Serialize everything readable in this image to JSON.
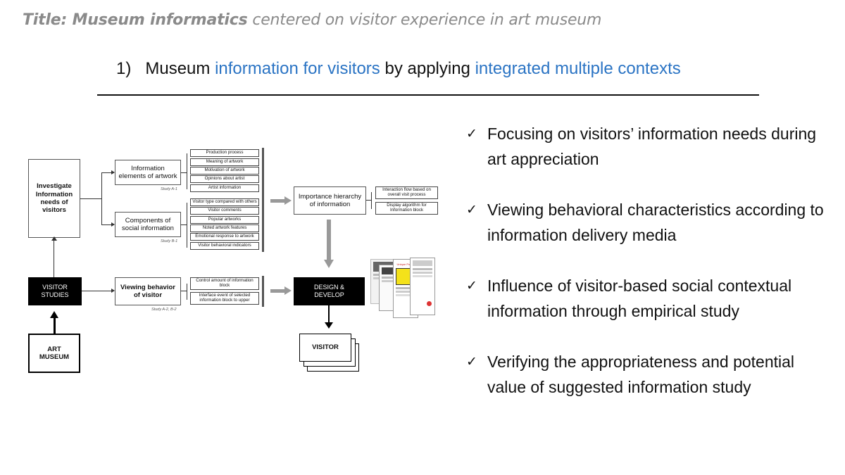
{
  "slide": {
    "title_bold": "Title: Museum informatics",
    "title_rest": "centered on visitor experience in art museum",
    "subtitle": {
      "num": "1)",
      "part1": "Museum",
      "part2": "information for visitors",
      "part3": "by applying",
      "part4": "integrated multiple contexts"
    }
  },
  "diagram": {
    "investigate": "Investigate Information needs of visitors",
    "visitor_studies": "VISITOR STUDIES",
    "art_museum": "ART MUSEUM",
    "info_elements": "Information elements of artwork",
    "study_a1": "Study A-1",
    "info_items": [
      "Production process",
      "Meaning of artwork",
      "Motivation of artwork",
      "Opinions about artist",
      "Artist information"
    ],
    "components_social": "Components of social information",
    "study_b1": "Study B-1",
    "social_items": [
      "Visitor type compared with others",
      "Visitor comments",
      "Popular artworks",
      "Noted artwork features",
      "Emotional response to artwork",
      "Visitor behavioral indicators"
    ],
    "viewing_behavior": "Viewing behavior of visitor",
    "study_a2b2": "Study A-2, B-2",
    "behavior_items": [
      "Control amount of information block",
      "Interface event of selected information block to upper"
    ],
    "importance": "Importance hierarchy of information",
    "importance_items": [
      "Interaction flow based on overall visit process",
      "Display algorithm for Information block"
    ],
    "design": "DESIGN & DEVELOP",
    "visitor": "VISITOR",
    "app_label": "Unique Points"
  },
  "bullets": [
    "Focusing on visitors’ information needs during art appreciation",
    "Viewing behavioral characteristics according to information delivery media",
    "Influence of visitor-based social contextual information through empirical study",
    "Verifying the appropriateness and potential value of suggested information study"
  ],
  "icons": {
    "check": "check-mark-icon"
  }
}
